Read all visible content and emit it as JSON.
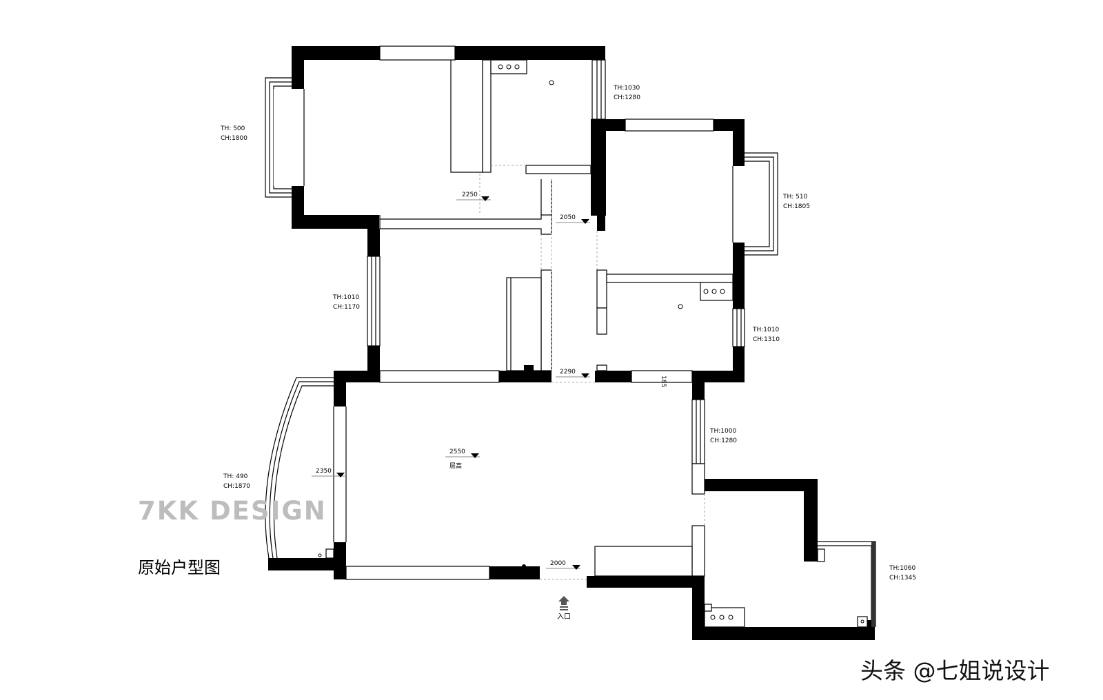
{
  "watermark": "7KK DESIGN",
  "title": "原始户型图",
  "credit": "头条 @七姐说设计",
  "entrance_label": "入口",
  "ceiling_label": "层高",
  "windows": [
    {
      "th": "TH: 500",
      "ch": "CH:1800"
    },
    {
      "th": "TH:1030",
      "ch": "CH:1280"
    },
    {
      "th": "TH: 510",
      "ch": "CH:1805"
    },
    {
      "th": "TH:1010",
      "ch": "CH:1170"
    },
    {
      "th": "TH:1010",
      "ch": "CH:1310"
    },
    {
      "th": "TH:1000",
      "ch": "CH:1280"
    },
    {
      "th": "TH: 490",
      "ch": "CH:1870"
    },
    {
      "th": "TH:1060",
      "ch": "CH:1345"
    }
  ],
  "levels": [
    "2250",
    "2050",
    "2290",
    "2550",
    "2350",
    "2000"
  ],
  "beam": "185"
}
